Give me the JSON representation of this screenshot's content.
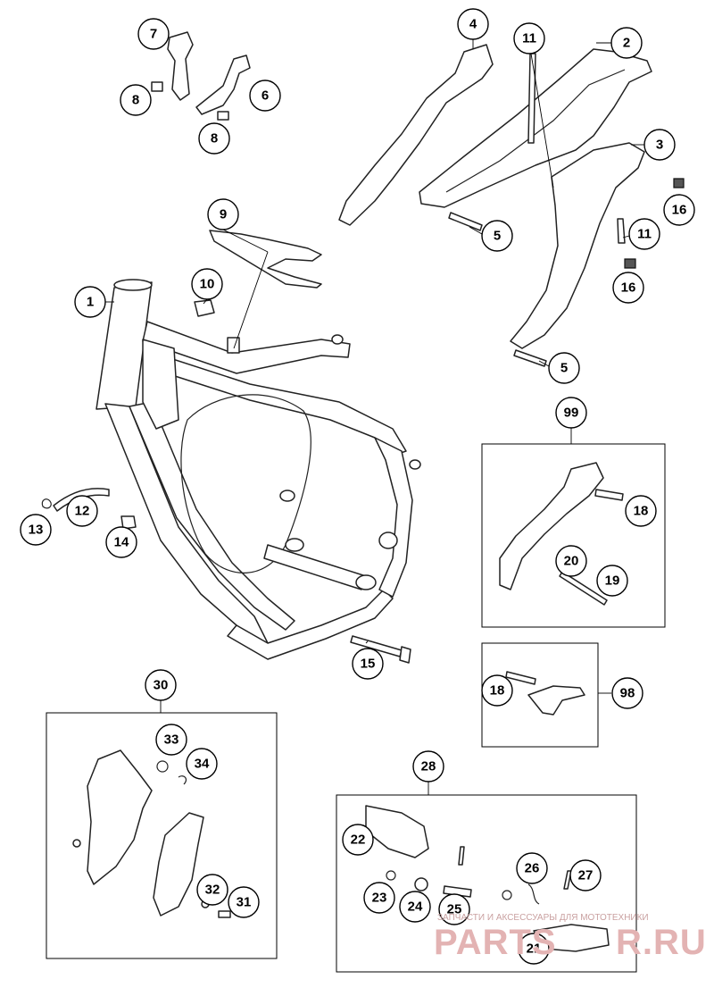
{
  "callouts": [
    "1",
    "2",
    "3",
    "4",
    "5",
    "5",
    "6",
    "7",
    "8",
    "8",
    "9",
    "10",
    "11",
    "11",
    "12",
    "13",
    "14",
    "15",
    "16",
    "16",
    "18",
    "18",
    "19",
    "20",
    "21",
    "22",
    "23",
    "24",
    "25",
    "26",
    "27",
    "28",
    "30",
    "31",
    "32",
    "33",
    "34",
    "98",
    "99"
  ],
  "watermark": {
    "small": "ЗАПЧАСТИ И АКСЕССУАРЫ ДЛЯ МОТОТЕХНИКИ",
    "brand_left": "PARTS",
    "brand_right": "R.RU"
  },
  "colors": {
    "line": "#222222",
    "watermark": "#e3b3b3"
  }
}
